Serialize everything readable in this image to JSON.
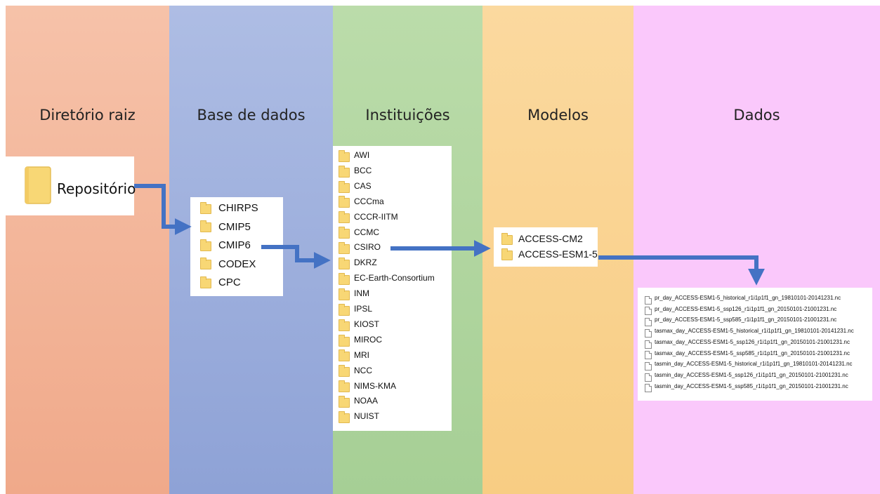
{
  "columns": [
    {
      "title": "Diretório raiz",
      "color": "#f4b39a"
    },
    {
      "title": "Base de dados",
      "color": "#9fb0dd"
    },
    {
      "title": "Instituições",
      "color": "#b1d6a0"
    },
    {
      "title": "Modelos",
      "color": "#f9d391"
    },
    {
      "title": "Dados",
      "color": "#fac8fb"
    }
  ],
  "root": {
    "label": "Repositório",
    "icon": "folder-icon"
  },
  "databases": [
    "CHIRPS",
    "CMIP5",
    "CMIP6",
    "CODEX",
    "CPC"
  ],
  "institutions": [
    "AWI",
    "BCC",
    "CAS",
    "CCCma",
    "CCCR-IITM",
    "CCMC",
    "CSIRO",
    "DKRZ",
    "EC-Earth-Consortium",
    "INM",
    "IPSL",
    "KIOST",
    "MIROC",
    "MRI",
    "NCC",
    "NIMS-KMA",
    "NOAA",
    "NUIST"
  ],
  "models": [
    "ACCESS-CM2",
    "ACCESS-ESM1-5"
  ],
  "files": [
    "pr_day_ACCESS-ESM1-5_historical_r1i1p1f1_gn_19810101-20141231.nc",
    "pr_day_ACCESS-ESM1-5_ssp126_r1i1p1f1_gn_20150101-21001231.nc",
    "pr_day_ACCESS-ESM1-5_ssp585_r1i1p1f1_gn_20150101-21001231.nc",
    "tasmax_day_ACCESS-ESM1-5_historical_r1i1p1f1_gn_19810101-20141231.nc",
    "tasmax_day_ACCESS-ESM1-5_ssp126_r1i1p1f1_gn_20150101-21001231.nc",
    "tasmax_day_ACCESS-ESM1-5_ssp585_r1i1p1f1_gn_20150101-21001231.nc",
    "tasmin_day_ACCESS-ESM1-5_historical_r1i1p1f1_gn_19810101-20141231.nc",
    "tasmin_day_ACCESS-ESM1-5_ssp126_r1i1p1f1_gn_20150101-21001231.nc",
    "tasmin_day_ACCESS-ESM1-5_ssp585_r1i1p1f1_gn_20150101-21001231.nc"
  ],
  "arrow_color": "#4472c4",
  "folder_color": "#f8d775"
}
